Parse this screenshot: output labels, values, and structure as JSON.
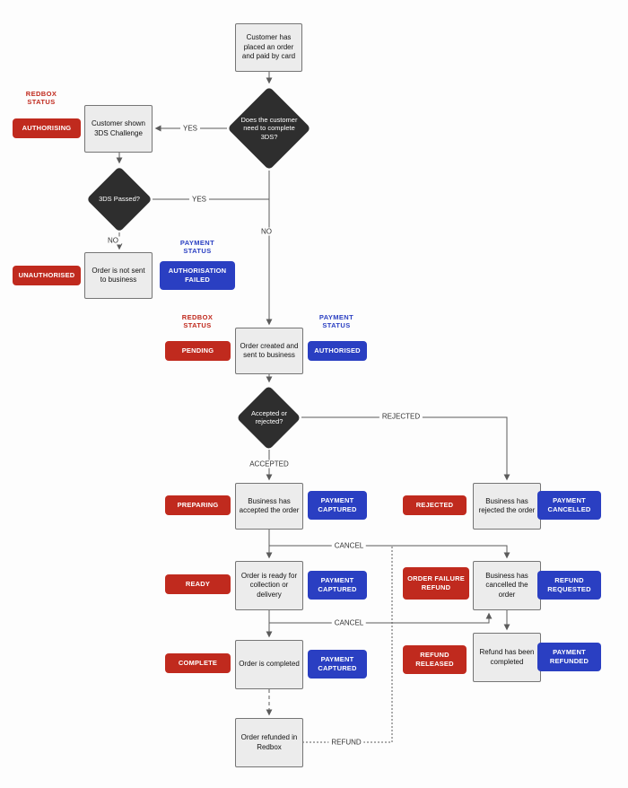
{
  "nodes": {
    "start": "Customer has placed an order and paid by card",
    "needs_3ds": "Does the customer need to complete 3DS?",
    "shown_3ds": "Customer shown 3DS Challenge",
    "passed_3ds": "3DS Passed?",
    "not_sent": "Order is not sent to business",
    "created": "Order created and sent to business",
    "accept_reject": "Accepted or rejected?",
    "accepted": "Business has accepted the order",
    "rejected": "Business has rejected the order",
    "ready": "Order is ready for collection or delivery",
    "cancelled": "Business has cancelled the order",
    "completed": "Order is completed",
    "refund_completed": "Refund has been completed",
    "refunded_redbox": "Order refunded in Redbox"
  },
  "headers": {
    "redbox_status": "REDBOX STATUS",
    "payment_status": "PAYMENT STATUS"
  },
  "redbox_badges": {
    "authorising": "AUTHORISING",
    "unauthorised": "UNAUTHORISED",
    "pending": "PENDING",
    "preparing": "PREPARING",
    "rejected": "REJECTED",
    "ready": "READY",
    "order_failure_refund": "ORDER FAILURE REFUND",
    "complete": "COMPLETE",
    "refund_released": "REFUND RELEASED"
  },
  "payment_badges": {
    "authorisation_failed": "AUTHORISATION FAILED",
    "authorised": "AUTHORISED",
    "captured": "PAYMENT CAPTURED",
    "cancelled": "PAYMENT CANCELLED",
    "refund_requested": "REFUND REQUESTED",
    "refunded": "PAYMENT REFUNDED"
  },
  "edge_labels": {
    "yes": "YES",
    "no": "NO",
    "rejected": "REJECTED",
    "accepted": "ACCEPTED",
    "cancel": "CANCEL",
    "refund": "REFUND"
  },
  "colors": {
    "redbox_red": "#c02a1e",
    "payment_blue": "#2a3fc2",
    "diamond_dark": "#2e2e2e",
    "box_bg": "#ececec"
  }
}
